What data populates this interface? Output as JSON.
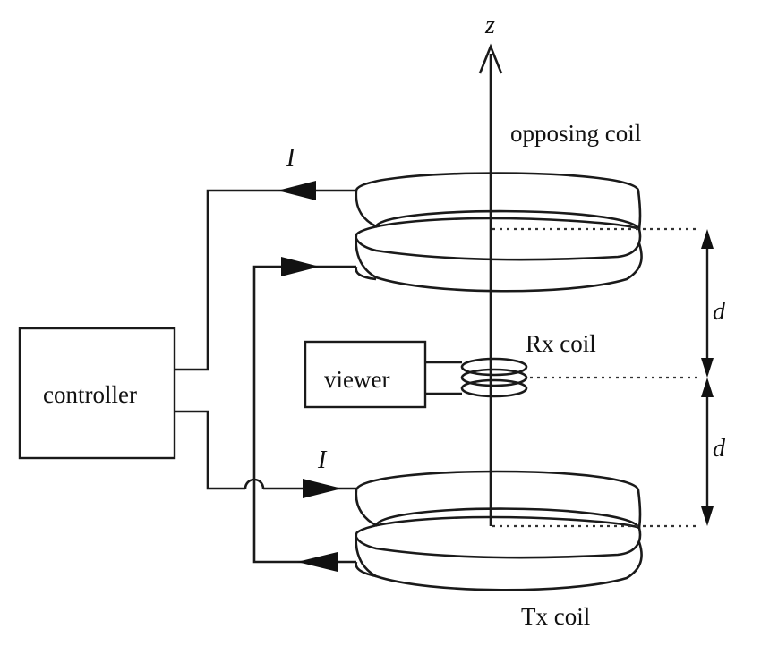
{
  "labels": {
    "axis": "z",
    "current_top": "I",
    "current_bottom": "I",
    "opposing_coil": "opposing coil",
    "rx_coil": "Rx coil",
    "tx_coil": "Tx coil",
    "viewer": "viewer",
    "controller": "controller",
    "distance_upper": "d",
    "distance_lower": "d"
  }
}
